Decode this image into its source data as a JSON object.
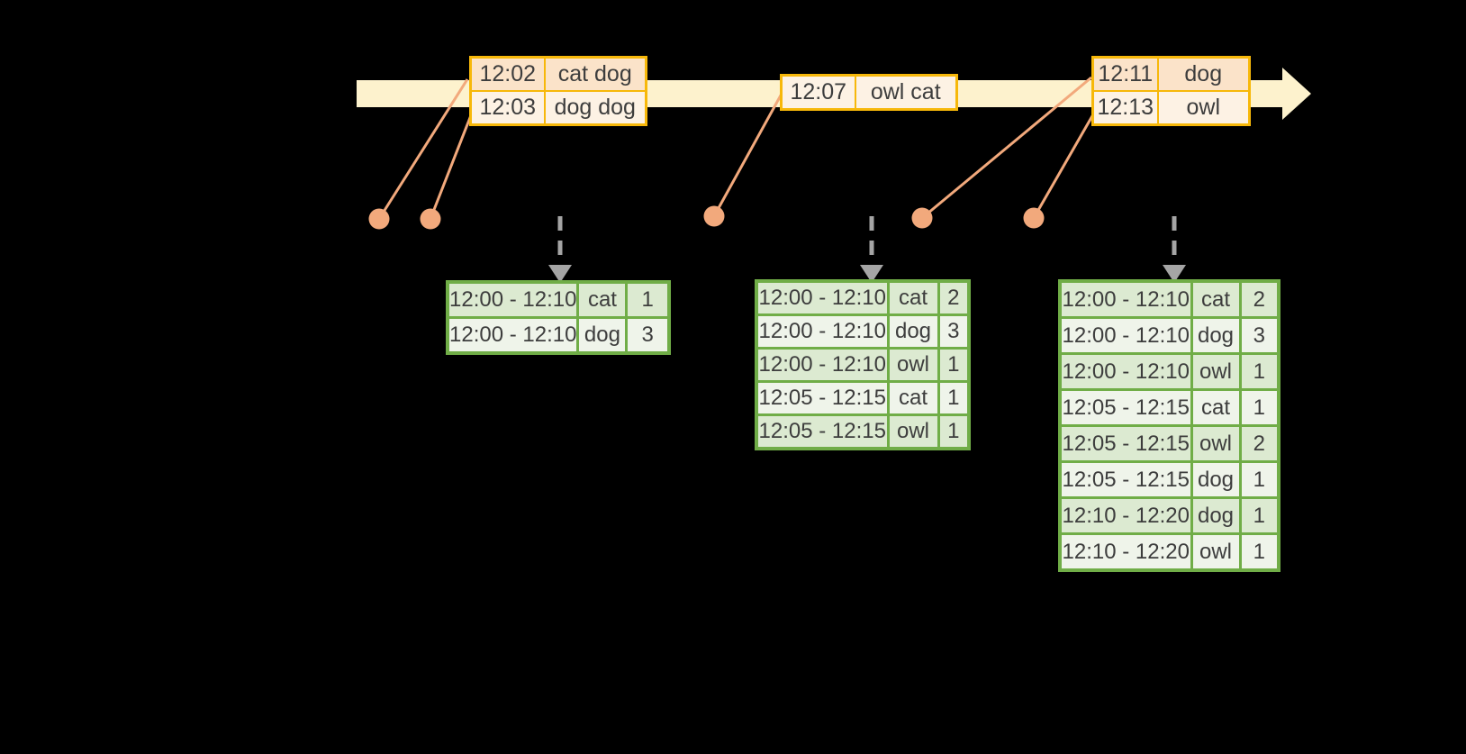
{
  "colors": {
    "canvas_bg": "#000000",
    "timeline_fill": "#fdf2cd",
    "event_border": "#f7b80a",
    "event_row_dark": "#fbe3c9",
    "event_row_light": "#fdf2e4",
    "event_dot": "#f2a97c",
    "result_border": "#70ad47",
    "result_row_dark": "#dcead1",
    "result_row_light": "#eff4ea",
    "trigger_gray": "#a5a5a5",
    "text_color": "#3d3d3d"
  },
  "event_tables": [
    {
      "rows": [
        {
          "time": "12:02",
          "words": "cat dog"
        },
        {
          "time": "12:03",
          "words": "dog dog"
        }
      ]
    },
    {
      "rows": [
        {
          "time": "12:07",
          "words": "owl cat"
        }
      ]
    },
    {
      "rows": [
        {
          "time": "12:11",
          "words": "dog"
        },
        {
          "time": "12:13",
          "words": "owl"
        }
      ]
    }
  ],
  "result_tables": [
    {
      "rows": [
        {
          "window": "12:00 - 12:10",
          "word": "cat",
          "count": "1"
        },
        {
          "window": "12:00 - 12:10",
          "word": "dog",
          "count": "3"
        }
      ]
    },
    {
      "rows": [
        {
          "window": "12:00 - 12:10",
          "word": "cat",
          "count": "2"
        },
        {
          "window": "12:00 - 12:10",
          "word": "dog",
          "count": "3"
        },
        {
          "window": "12:00 - 12:10",
          "word": "owl",
          "count": "1"
        },
        {
          "window": "12:05 - 12:15",
          "word": "cat",
          "count": "1"
        },
        {
          "window": "12:05 - 12:15",
          "word": "owl",
          "count": "1"
        }
      ]
    },
    {
      "rows": [
        {
          "window": "12:00 - 12:10",
          "word": "cat",
          "count": "2"
        },
        {
          "window": "12:00 - 12:10",
          "word": "dog",
          "count": "3"
        },
        {
          "window": "12:00 - 12:10",
          "word": "owl",
          "count": "1"
        },
        {
          "window": "12:05 - 12:15",
          "word": "cat",
          "count": "1"
        },
        {
          "window": "12:05 - 12:15",
          "word": "owl",
          "count": "2"
        },
        {
          "window": "12:05 - 12:15",
          "word": "dog",
          "count": "1"
        },
        {
          "window": "12:10 - 12:20",
          "word": "dog",
          "count": "1"
        },
        {
          "window": "12:10 - 12:20",
          "word": "owl",
          "count": "1"
        }
      ]
    }
  ]
}
